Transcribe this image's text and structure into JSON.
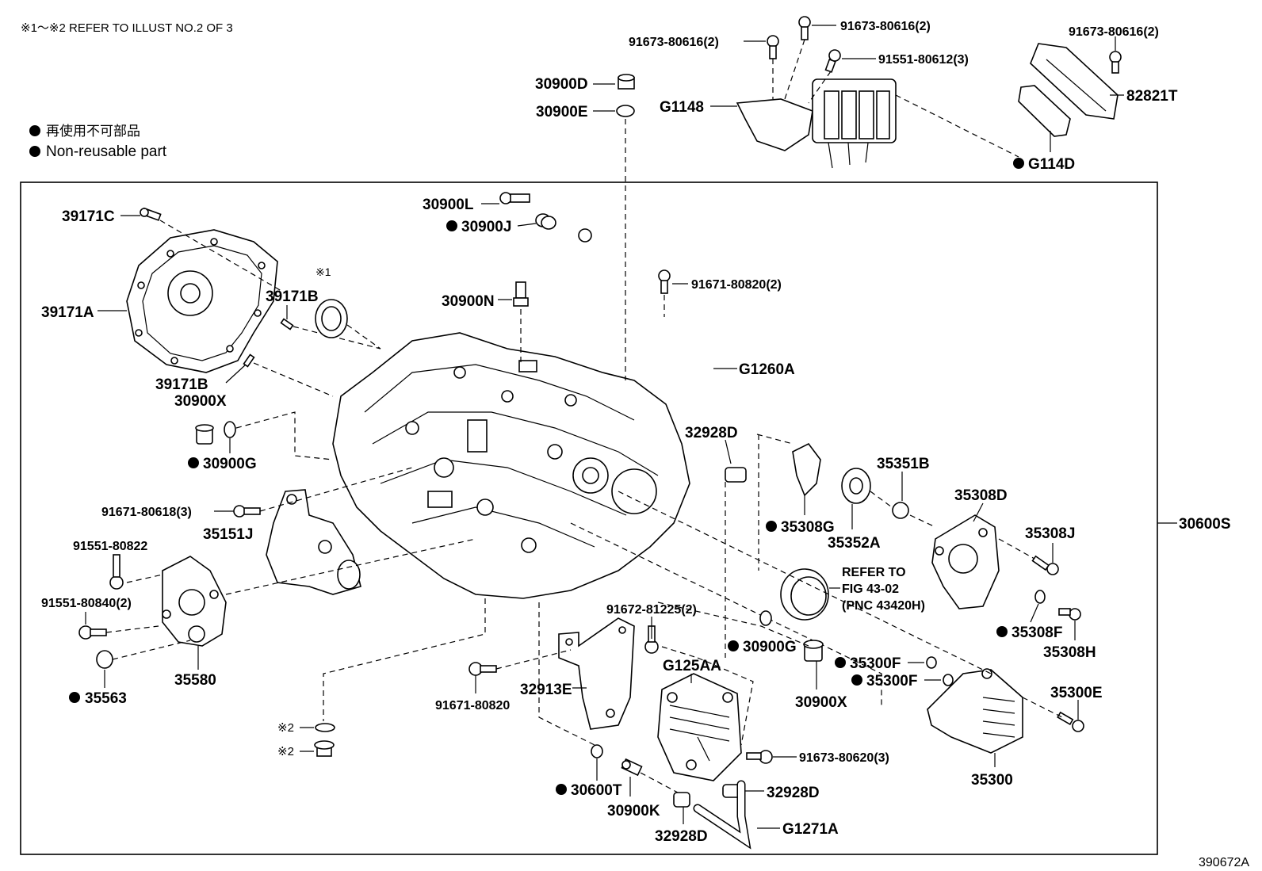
{
  "header_note": "※1～※2 REFER TO ILLUST NO.2 OF 3",
  "legend": {
    "jp": "再使用不可部品",
    "en": "Non-reusable part"
  },
  "figure_id": "390672A",
  "assembly_label": "30600S",
  "refer_note": {
    "line1": "REFER TO",
    "line2": "FIG 43-02",
    "line3": "(PNC 43420H)"
  },
  "marks": {
    "m1": "※1",
    "m2a": "※2",
    "m2b": "※2"
  },
  "labels": {
    "p39171C": "39171C",
    "p39171A": "39171A",
    "p39171B_1": "39171B",
    "p39171B_2": "39171B",
    "p30900X_1": "30900X",
    "p30900G_1": "30900G",
    "p91671_80618": "91671-80618(3)",
    "p35151J": "35151J",
    "p91551_80822": "91551-80822",
    "p91551_80840": "91551-80840(2)",
    "p35563": "35563",
    "p35580": "35580",
    "p30900L": "30900L",
    "p30900J": "30900J",
    "p30900N": "30900N",
    "p30900D": "30900D",
    "p30900E": "30900E",
    "p91673_80616_a": "91673-80616(2)",
    "p91673_80616_b": "91673-80616(2)",
    "p91673_80616_c": "91673-80616(2)",
    "p91551_80612": "91551-80612(3)",
    "pG1148": "G1148",
    "p82821T": "82821T",
    "pG114D": "G114D",
    "p91671_80820_2": "91671-80820(2)",
    "pG1260A": "G1260A",
    "p32928D_1": "32928D",
    "p35308G": "35308G",
    "p35352A": "35352A",
    "p35351B": "35351B",
    "p35308D": "35308D",
    "p35308J": "35308J",
    "p35308F": "35308F",
    "p35308H": "35308H",
    "p35300F_1": "35300F",
    "p35300F_2": "35300F",
    "p35300E": "35300E",
    "p35300": "35300",
    "p30900G_2": "30900G",
    "p30900X_2": "30900X",
    "p91672_81225": "91672-81225(2)",
    "pG125AA": "G125AA",
    "p32913E": "32913E",
    "p91671_80820": "91671-80820",
    "p91673_80620": "91673-80620(3)",
    "p30600T": "30600T",
    "p30900K": "30900K",
    "p32928D_2": "32928D",
    "p32928D_3": "32928D",
    "pG1271A": "G1271A"
  }
}
